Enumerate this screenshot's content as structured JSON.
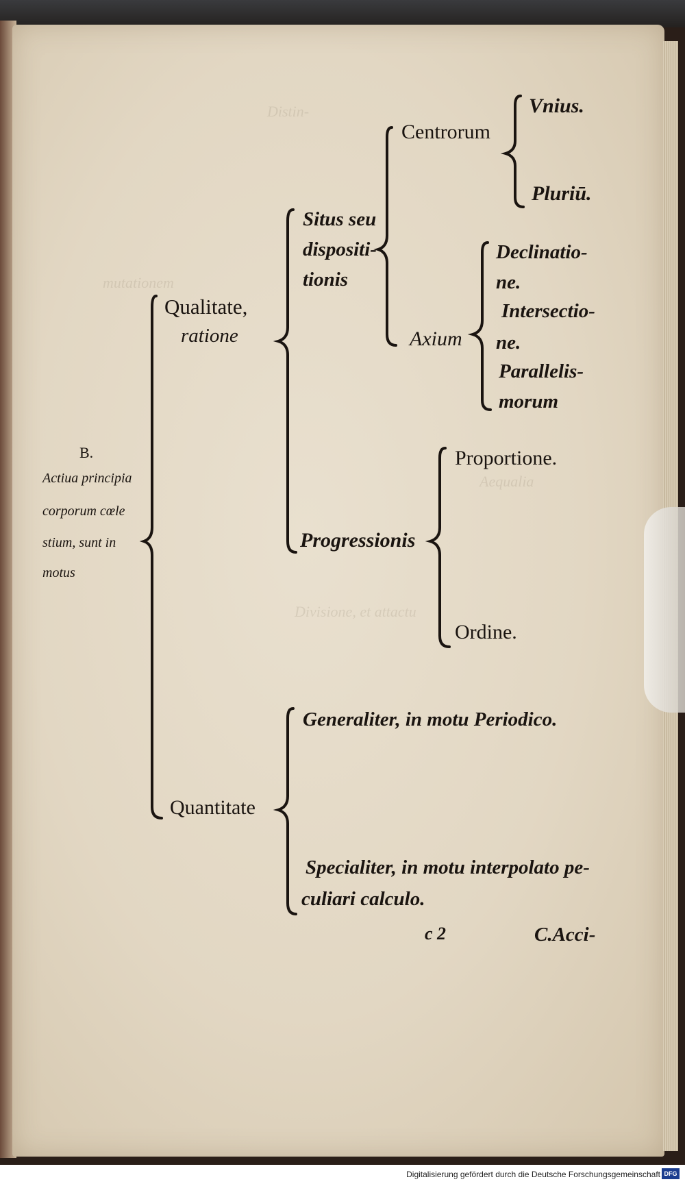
{
  "diagram": {
    "root": {
      "label_letter": "B.",
      "label_lines": [
        "Actiua principia",
        "corporum cœle",
        "stium, sunt in",
        "motus"
      ]
    },
    "qualitate": [
      "Qualitate,",
      "ratione"
    ],
    "quantitate": "Quantitate",
    "situs": [
      "Situs seu",
      "dispositi-",
      "tionis"
    ],
    "progressionis": "Progressionis",
    "centrorum": "Centrorum",
    "vnius": "Vnius.",
    "pluriu": "Pluriū.",
    "axium": "Axium",
    "declinatio": [
      "Declinatio-",
      "ne."
    ],
    "intersectio": [
      "Intersectio-",
      "ne."
    ],
    "parallelis": [
      "Parallelis-",
      "morum"
    ],
    "proportione": "Proportione.",
    "ordine": "Ordine.",
    "generaliter": "Generaliter, in motu Periodico.",
    "specialiter": [
      "Specialiter, in motu interpolato pe-",
      "culiari calculo."
    ]
  },
  "page": {
    "signature": "c 2",
    "catchword": "C.Acci-"
  },
  "footer": {
    "credit": "Digitalisierung gefördert durch die Deutsche Forschungsgemeinschaft",
    "logo": "DFG"
  }
}
